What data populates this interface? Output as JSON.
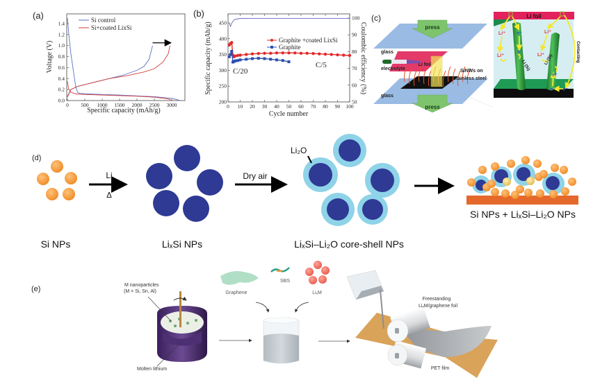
{
  "panels": {
    "a": {
      "label": "(a)",
      "legend": [
        "Si control",
        "Si+coated LixSi"
      ]
    },
    "b": {
      "label": "(b)",
      "legend": [
        "Graphite +coated LixSi",
        "Graphite"
      ],
      "annotations": [
        "C/20",
        "C/5"
      ]
    },
    "c": {
      "label": "(c)",
      "press_top": "press",
      "press_bottom": "press",
      "glass_top": "glass",
      "glass_bottom": "glass",
      "li_foil": "Li foil",
      "electrolyte": "electrolyte",
      "sinws_line1": "SiNWs on",
      "sinws_line2": "stainless steel",
      "inset_li_foil": "Li foil",
      "li_ion": "Li⁺",
      "electron": "e⁻",
      "li_si": "Li (Si)",
      "contacting": "Contacting"
    },
    "d": {
      "label": "(d)",
      "arrow1_top": "Li",
      "arrow1_bottom": "Δ",
      "arrow2_top": "Dry air",
      "shell_label": "Li₂O",
      "caption_si": "Si NPs",
      "caption_lixsi": "LiₓSi NPs",
      "caption_coreshell": "LiₓSi–Li₂O core-shell NPs",
      "caption_mix": "Si NPs + LiₓSi–Li₂O NPs",
      "colors": {
        "si": "#f39a3c",
        "lixsi": "#2e3a94",
        "shell": "#8fd3e8",
        "substrate": "#e4692a"
      }
    },
    "e": {
      "label": "(e)",
      "m_nano_line1": "M nanoparticles",
      "m_nano_line2": "(M = Si, Sn, Al)",
      "molten": "Molten lithium",
      "graphene": "Graphene",
      "sbs": "SBS",
      "lixm": "LiₓM",
      "foil_line1": "Freestanding",
      "foil_line2": "LiₓM/graphene foil",
      "pet": "PET film"
    }
  },
  "chart_data": [
    {
      "type": "line",
      "title": "",
      "xlabel": "Specific capacity (mAh/g)",
      "ylabel": "Voltage (V)",
      "xlim": [
        0,
        3300
      ],
      "ylim": [
        0,
        1.5
      ],
      "xticks": [
        0,
        500,
        1000,
        1500,
        2000,
        2500,
        3000
      ],
      "yticks": [
        0.0,
        0.2,
        0.4,
        0.6,
        0.8,
        1.0,
        1.2,
        1.4
      ],
      "legend_position": "top-left",
      "series": [
        {
          "name": "Si control",
          "color": "#5a6fc0",
          "discharge": [
            [
              0,
              1.5
            ],
            [
              40,
              1.2
            ],
            [
              100,
              0.85
            ],
            [
              180,
              0.5
            ],
            [
              240,
              0.25
            ],
            [
              290,
              0.15
            ],
            [
              350,
              0.13
            ],
            [
              1000,
              0.11
            ],
            [
              1500,
              0.1
            ],
            [
              2000,
              0.085
            ],
            [
              2500,
              0.07
            ],
            [
              3000,
              0.04
            ],
            [
              3250,
              0.0
            ]
          ],
          "charge": [
            [
              0,
              0.08
            ],
            [
              100,
              0.2
            ],
            [
              300,
              0.26
            ],
            [
              700,
              0.32
            ],
            [
              1200,
              0.4
            ],
            [
              1600,
              0.46
            ],
            [
              2000,
              0.55
            ],
            [
              2200,
              0.62
            ],
            [
              2350,
              0.75
            ],
            [
              2450,
              1.0
            ]
          ]
        },
        {
          "name": "Si+coated LixSi",
          "color": "#d43a3a",
          "discharge": [
            [
              0,
              0.35
            ],
            [
              30,
              0.22
            ],
            [
              100,
              0.15
            ],
            [
              250,
              0.12
            ],
            [
              500,
              0.11
            ],
            [
              1000,
              0.1
            ],
            [
              1500,
              0.09
            ],
            [
              2000,
              0.08
            ],
            [
              2500,
              0.06
            ],
            [
              2900,
              0.03
            ],
            [
              3000,
              0.0
            ]
          ],
          "charge": [
            [
              0,
              0.06
            ],
            [
              100,
              0.2
            ],
            [
              300,
              0.26
            ],
            [
              700,
              0.32
            ],
            [
              1200,
              0.4
            ],
            [
              1700,
              0.45
            ],
            [
              2200,
              0.52
            ],
            [
              2500,
              0.58
            ],
            [
              2750,
              0.7
            ],
            [
              2900,
              0.85
            ],
            [
              2950,
              1.0
            ]
          ]
        }
      ],
      "annotations": [
        "arrow from 2450 to 2950 mAh/g at 1.05 V"
      ]
    },
    {
      "type": "scatter",
      "title": "",
      "xlabel": "Cycle number",
      "ylabel": "Specific capacity (mAh/g)",
      "ylabel_right": "Coulombic efficiency (%)",
      "xlim": [
        0,
        100
      ],
      "ylim": [
        200,
        475
      ],
      "ylim_right": [
        50,
        104
      ],
      "xticks": [
        0,
        10,
        20,
        30,
        40,
        50,
        60,
        70,
        80,
        90,
        100
      ],
      "yticks": [
        200,
        250,
        300,
        350,
        400,
        450
      ],
      "yticks_right": [
        50,
        60,
        70,
        80,
        90,
        100
      ],
      "legend_position": "center-right",
      "annotations": [
        "C/20",
        "C/5"
      ],
      "series": [
        {
          "name": "Graphite +coated LixSi",
          "color": "#e02a2a",
          "axis": "left",
          "x": [
            1,
            2,
            3,
            4,
            5,
            6,
            8,
            10,
            15,
            20,
            25,
            30,
            35,
            40,
            45,
            50,
            55,
            60,
            65,
            70,
            75,
            80,
            85,
            90,
            95,
            100
          ],
          "values": [
            380,
            385,
            388,
            348,
            343,
            345,
            347,
            348,
            350,
            352,
            353,
            354,
            354,
            355,
            355,
            355,
            355,
            354,
            354,
            353,
            352,
            351,
            350,
            349,
            348,
            347
          ]
        },
        {
          "name": "Graphite",
          "color": "#2a4fb0",
          "axis": "left",
          "x": [
            1,
            2,
            3,
            4,
            5,
            6,
            8,
            10,
            15,
            20,
            25,
            30,
            35,
            40,
            45,
            50
          ],
          "values": [
            343,
            350,
            360,
            326,
            328,
            330,
            331,
            333,
            335,
            337,
            338,
            337,
            335,
            333,
            331,
            327
          ]
        },
        {
          "name": "Coulombic efficiency",
          "color": "#5050c0",
          "axis": "right",
          "x": [
            1,
            2,
            3,
            5,
            8,
            10,
            20,
            30,
            40,
            50,
            60,
            70,
            80,
            90,
            100
          ],
          "values": [
            97,
            95,
            97,
            99,
            99.5,
            99.7,
            99.8,
            99.8,
            99.8,
            99.8,
            99.8,
            99.8,
            99.8,
            99.8,
            99.8
          ]
        }
      ]
    }
  ]
}
